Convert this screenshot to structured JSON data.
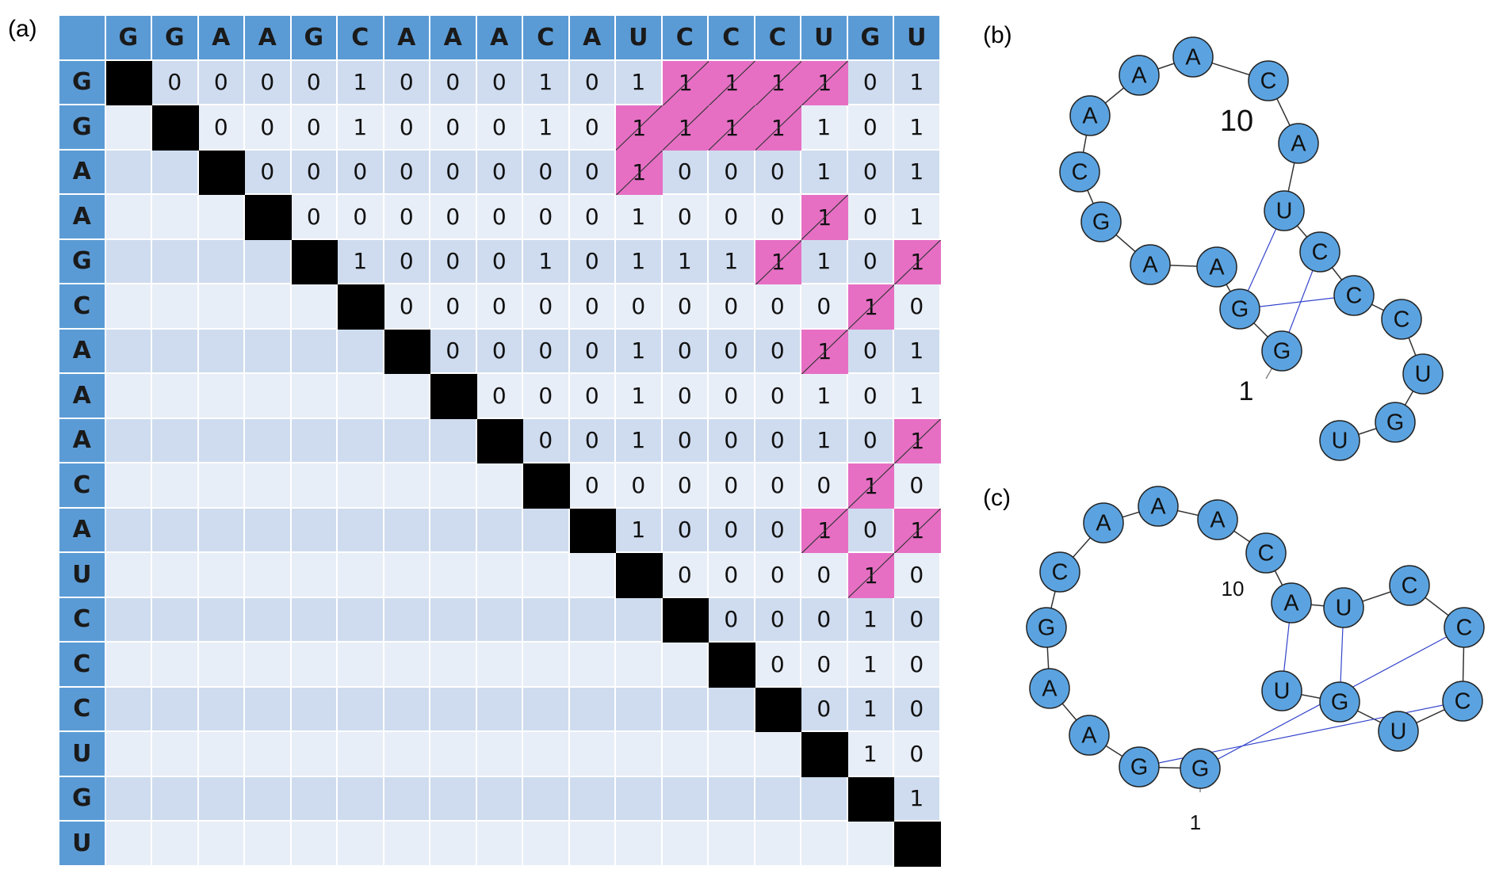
{
  "panels": {
    "a": "(a)",
    "b": "(b)",
    "c": "(c)"
  },
  "matrix": {
    "sequence": [
      "G",
      "G",
      "A",
      "A",
      "G",
      "C",
      "A",
      "A",
      "A",
      "C",
      "A",
      "U",
      "C",
      "C",
      "C",
      "U",
      "G",
      "U"
    ],
    "rows": [
      [
        "",
        "0",
        "0",
        "0",
        "0",
        "1",
        "0",
        "0",
        "0",
        "1",
        "0",
        "1",
        "1",
        "1",
        "1",
        "1",
        "0",
        "1"
      ],
      [
        "",
        "",
        "0",
        "0",
        "0",
        "1",
        "0",
        "0",
        "0",
        "1",
        "0",
        "1",
        "1",
        "1",
        "1",
        "1",
        "0",
        "1"
      ],
      [
        "",
        "",
        "",
        "0",
        "0",
        "0",
        "0",
        "0",
        "0",
        "0",
        "0",
        "1",
        "0",
        "0",
        "0",
        "1",
        "0",
        "1"
      ],
      [
        "",
        "",
        "",
        "",
        "0",
        "0",
        "0",
        "0",
        "0",
        "0",
        "0",
        "1",
        "0",
        "0",
        "0",
        "1",
        "0",
        "1"
      ],
      [
        "",
        "",
        "",
        "",
        "",
        "1",
        "0",
        "0",
        "0",
        "1",
        "0",
        "1",
        "1",
        "1",
        "1",
        "1",
        "0",
        "1"
      ],
      [
        "",
        "",
        "",
        "",
        "",
        "",
        "0",
        "0",
        "0",
        "0",
        "0",
        "0",
        "0",
        "0",
        "0",
        "0",
        "1",
        "0"
      ],
      [
        "",
        "",
        "",
        "",
        "",
        "",
        "",
        "0",
        "0",
        "0",
        "0",
        "1",
        "0",
        "0",
        "0",
        "1",
        "0",
        "1"
      ],
      [
        "",
        "",
        "",
        "",
        "",
        "",
        "",
        "",
        "0",
        "0",
        "0",
        "1",
        "0",
        "0",
        "0",
        "1",
        "0",
        "1"
      ],
      [
        "",
        "",
        "",
        "",
        "",
        "",
        "",
        "",
        "",
        "0",
        "0",
        "1",
        "0",
        "0",
        "0",
        "1",
        "0",
        "1"
      ],
      [
        "",
        "",
        "",
        "",
        "",
        "",
        "",
        "",
        "",
        "",
        "0",
        "0",
        "0",
        "0",
        "0",
        "0",
        "1",
        "0"
      ],
      [
        "",
        "",
        "",
        "",
        "",
        "",
        "",
        "",
        "",
        "",
        "",
        "1",
        "0",
        "0",
        "0",
        "1",
        "0",
        "1"
      ],
      [
        "",
        "",
        "",
        "",
        "",
        "",
        "",
        "",
        "",
        "",
        "",
        "",
        "0",
        "0",
        "0",
        "0",
        "1",
        "0"
      ],
      [
        "",
        "",
        "",
        "",
        "",
        "",
        "",
        "",
        "",
        "",
        "",
        "",
        "",
        "0",
        "0",
        "0",
        "1",
        "0"
      ],
      [
        "",
        "",
        "",
        "",
        "",
        "",
        "",
        "",
        "",
        "",
        "",
        "",
        "",
        "",
        "0",
        "0",
        "1",
        "0"
      ],
      [
        "",
        "",
        "",
        "",
        "",
        "",
        "",
        "",
        "",
        "",
        "",
        "",
        "",
        "",
        "",
        "0",
        "1",
        "0"
      ],
      [
        "",
        "",
        "",
        "",
        "",
        "",
        "",
        "",
        "",
        "",
        "",
        "",
        "",
        "",
        "",
        "",
        "1",
        "0"
      ],
      [
        "",
        "",
        "",
        "",
        "",
        "",
        "",
        "",
        "",
        "",
        "",
        "",
        "",
        "",
        "",
        "",
        "",
        "1"
      ],
      [
        "",
        "",
        "",
        "",
        "",
        "",
        "",
        "",
        "",
        "",
        "",
        "",
        "",
        "",
        "",
        "",
        "",
        ""
      ]
    ],
    "highlighted": [
      [
        0,
        12
      ],
      [
        0,
        13
      ],
      [
        0,
        14
      ],
      [
        0,
        15
      ],
      [
        1,
        11
      ],
      [
        1,
        12
      ],
      [
        1,
        13
      ],
      [
        1,
        14
      ],
      [
        2,
        11
      ],
      [
        3,
        15
      ],
      [
        4,
        14
      ],
      [
        4,
        17
      ],
      [
        5,
        16
      ],
      [
        6,
        15
      ],
      [
        8,
        17
      ],
      [
        9,
        16
      ],
      [
        10,
        15
      ],
      [
        10,
        17
      ],
      [
        11,
        16
      ]
    ],
    "highlight_color": "#e66fc4",
    "header_color": "#5b9bd5"
  },
  "structure_b": {
    "nodes": [
      "G",
      "G",
      "A",
      "A",
      "G",
      "C",
      "A",
      "A",
      "A",
      "C",
      "A",
      "U",
      "C",
      "C",
      "C",
      "U",
      "G",
      "U"
    ],
    "labels": {
      "start": "1",
      "ten": "10"
    }
  },
  "structure_c": {
    "nodes": [
      "G",
      "G",
      "A",
      "A",
      "G",
      "C",
      "A",
      "A",
      "A",
      "C",
      "A",
      "U",
      "C",
      "C",
      "C",
      "U",
      "G",
      "U"
    ],
    "labels": {
      "start": "1",
      "ten": "10"
    }
  },
  "node_color": "#5ba3e0"
}
